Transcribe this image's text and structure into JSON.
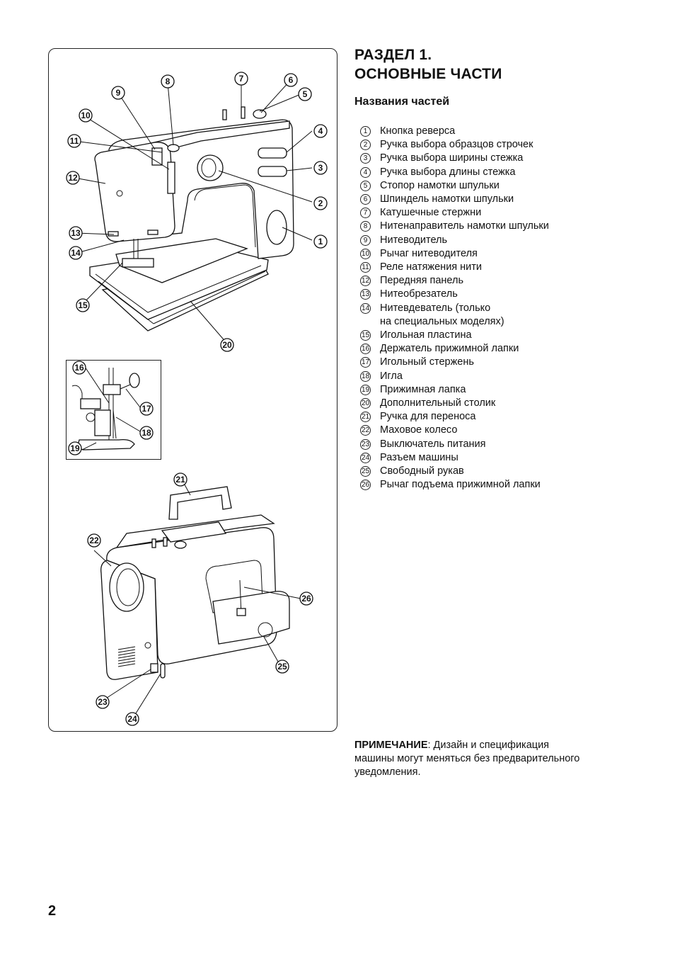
{
  "header": {
    "section_line1": "РАЗДЕЛ 1.",
    "section_line2": "ОСНОВНЫЕ ЧАСТИ",
    "subtitle": "Названия частей"
  },
  "parts": [
    {
      "num": "1",
      "label": "Кнопка реверса"
    },
    {
      "num": "2",
      "label": "Ручка выбора образцов строчек"
    },
    {
      "num": "3",
      "label": "Ручка выбора ширины стежка"
    },
    {
      "num": "4",
      "label": "Ручка выбора длины стежка"
    },
    {
      "num": "5",
      "label": "Стопор намотки шпульки"
    },
    {
      "num": "6",
      "label": "Шпиндель намотки шпульки"
    },
    {
      "num": "7",
      "label": "Катушечные стержни"
    },
    {
      "num": "8",
      "label": "Нитенаправитель намотки шпульки"
    },
    {
      "num": "9",
      "label": "Нитеводитель"
    },
    {
      "num": "10",
      "label": "Рычаг нитеводителя"
    },
    {
      "num": "11",
      "label": "Реле натяжения нити"
    },
    {
      "num": "12",
      "label": "Передняя панель"
    },
    {
      "num": "13",
      "label": "Нитеобрезатель"
    },
    {
      "num": "14",
      "label": "Нитевдеватель (только\nна специальных моделях)"
    },
    {
      "num": "15",
      "label": "Игольная пластина"
    },
    {
      "num": "16",
      "label": "Держатель прижимной лапки"
    },
    {
      "num": "17",
      "label": "Игольный стержень"
    },
    {
      "num": "18",
      "label": "Игла"
    },
    {
      "num": "19",
      "label": "Прижимная лапка"
    },
    {
      "num": "20",
      "label": "Дополнительный столик"
    },
    {
      "num": "21",
      "label": "Ручка для переноса"
    },
    {
      "num": "22",
      "label": "Маховое колесо"
    },
    {
      "num": "23",
      "label": "Выключатель питания"
    },
    {
      "num": "24",
      "label": "Разъем машины"
    },
    {
      "num": "25",
      "label": "Свободный рукав"
    },
    {
      "num": "26",
      "label": "Рычаг подъема прижимной лапки"
    }
  ],
  "note": {
    "lead": "ПРИМЕЧАНИЕ",
    "text": ": Дизайн и спецификация машины могут меняться без предварительного уведомления."
  },
  "page_number": "2",
  "callouts": [
    "1",
    "2",
    "3",
    "4",
    "5",
    "6",
    "7",
    "8",
    "9",
    "10",
    "11",
    "12",
    "13",
    "14",
    "15",
    "16",
    "17",
    "18",
    "19",
    "20",
    "21",
    "22",
    "23",
    "24",
    "25",
    "26"
  ]
}
